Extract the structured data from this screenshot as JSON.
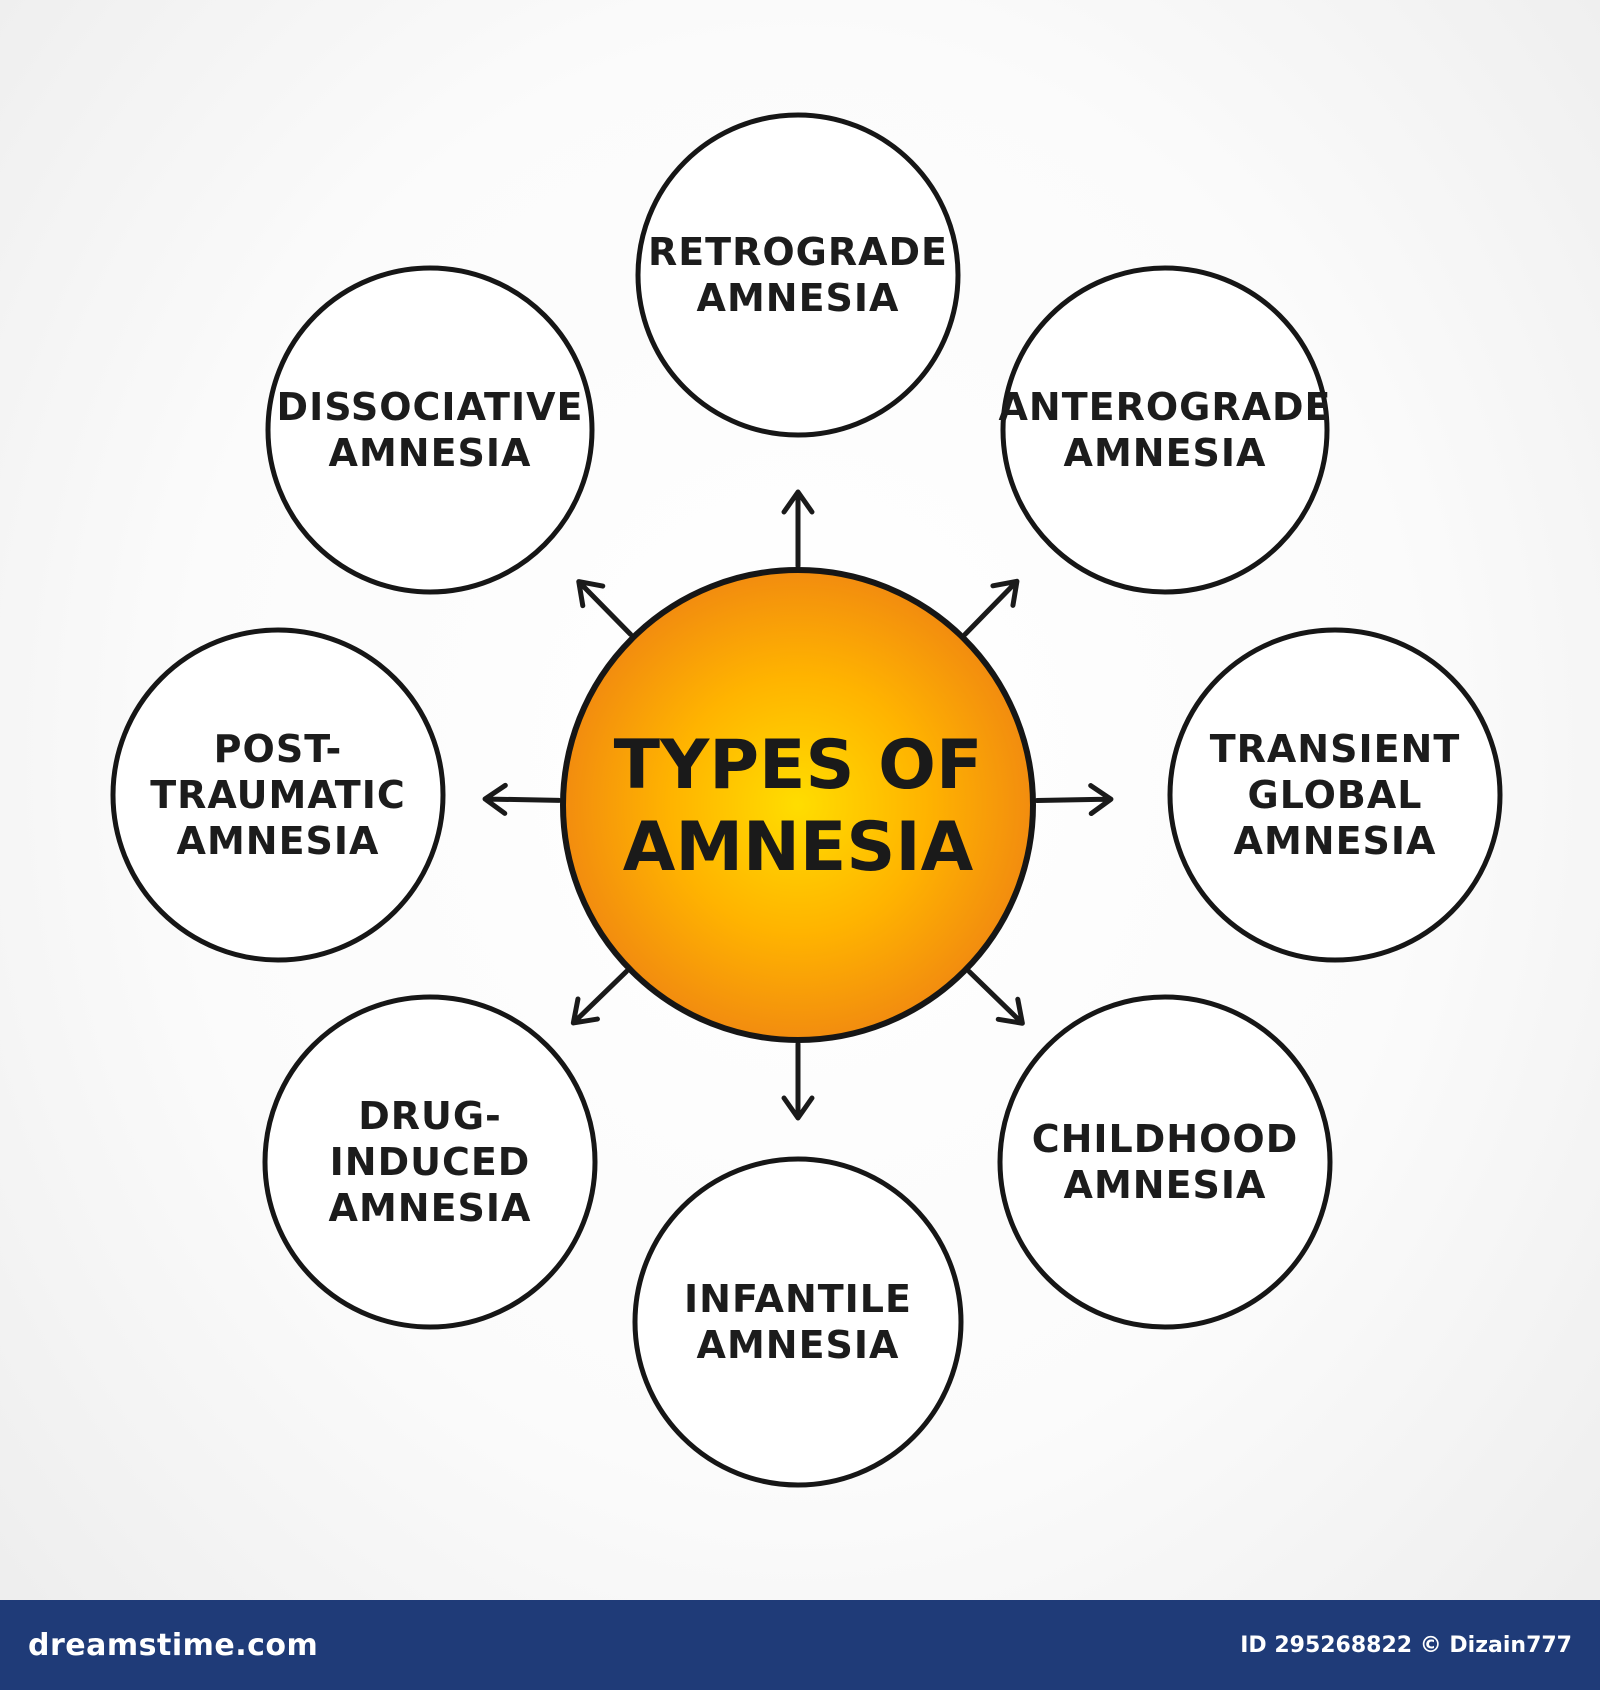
{
  "center": {
    "lines": [
      "TYPES OF",
      "AMNESIA"
    ],
    "gradient_inner": "#ffdd00",
    "gradient_outer": "#f28c0f"
  },
  "nodes": [
    {
      "id": "retrograde",
      "lines": [
        "RETROGRADE",
        "AMNESIA"
      ]
    },
    {
      "id": "anterograde",
      "lines": [
        "ANTEROGRADE",
        "AMNESIA"
      ]
    },
    {
      "id": "transient-global",
      "lines": [
        "TRANSIENT",
        "GLOBAL",
        "AMNESIA"
      ]
    },
    {
      "id": "childhood",
      "lines": [
        "CHILDHOOD",
        "AMNESIA"
      ]
    },
    {
      "id": "infantile",
      "lines": [
        "INFANTILE",
        "AMNESIA"
      ]
    },
    {
      "id": "drug-induced",
      "lines": [
        "DRUG-",
        "INDUCED",
        "AMNESIA"
      ]
    },
    {
      "id": "post-traumatic",
      "lines": [
        "POST-",
        "TRAUMATIC",
        "AMNESIA"
      ]
    },
    {
      "id": "dissociative",
      "lines": [
        "DISSOCIATIVE",
        "AMNESIA"
      ]
    }
  ],
  "footer": {
    "left_text": "dreamstime.com",
    "right_text": "ID 295268822 © Dizain777",
    "color": "#1f3b78"
  }
}
